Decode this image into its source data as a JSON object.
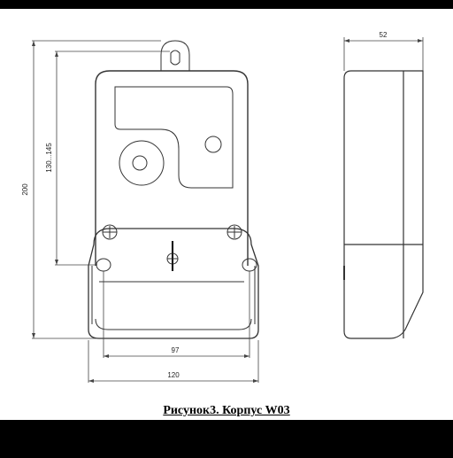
{
  "caption": "Рисунок3. Корпус W03",
  "dimensions": {
    "total_height": "200",
    "mount_height_range": "130...145",
    "side_depth": "52",
    "bottom_inner_width": "97",
    "bottom_total_width": "120"
  },
  "colors": {
    "background": "#ffffff",
    "frame": "#000000",
    "line": "#333333"
  }
}
